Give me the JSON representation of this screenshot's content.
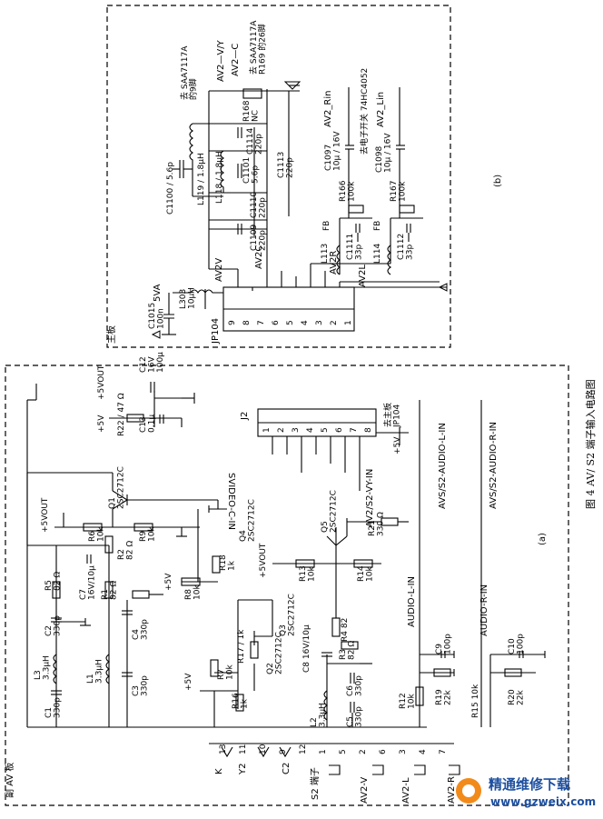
{
  "caption": "图 4  AV/ S2 端子输入电路图",
  "sub_a": "(a)",
  "sub_b": "(b)",
  "board_a": "副 AV 板",
  "board_b": "主板",
  "main_board_conn": "去主板\nJP104",
  "connectors": {
    "k": "K",
    "y2": "Y2",
    "c2": "C2",
    "s2": "S2 端子",
    "av2v": "AV2-V",
    "av2l": "AV2-L",
    "av2r": "AV2-R",
    "j2": "J2",
    "jp104": "JP104"
  },
  "pins_s2": [
    "13",
    "11",
    "10",
    "9",
    "12",
    "1",
    "5",
    "2",
    "6",
    "3",
    "4",
    "7"
  ],
  "pins_j2": [
    "1",
    "2",
    "3",
    "4",
    "5",
    "6",
    "7",
    "8"
  ],
  "pins_jp104": [
    "9",
    "8",
    "7",
    "6",
    "5",
    "4",
    "3",
    "2",
    "1"
  ],
  "nets": {
    "svideo_c": "SVIDEO-C-IN",
    "av_vy": "AV2/S2-VY-IN",
    "av_l": "AVS/S2-AUDIO-L-IN",
    "av_r": "AVS/S2-AUDIO-R-IN",
    "audio_l": "AUDIO-L-IN",
    "audio_r": "AUDIO-R-IN",
    "plus5v": "+5V",
    "plus5vout": "+5VOUT",
    "av2v": "AV2V",
    "av2c": "AV2C",
    "av2r": "AV2R",
    "av2l": "AV2L",
    "fiveva": "5VA",
    "av2_vy": "AV2—V/Y",
    "av2_c": "AV2—C",
    "av2_rin": "AV2_Rin",
    "av2_lin": "AV2_Lin",
    "to_saa_a": "去 SAA7117A\n的9脚",
    "to_saa_b": "去 SAA7117A\nR169 的26脚",
    "to_switch": "去电子开关 74HC4052",
    "nc": "NC"
  },
  "components_a": {
    "c1": "C1\n330p",
    "l3": "L3\n3.3μH",
    "c2": "C2\n330p",
    "r5": "R5\n82 Ω",
    "c7": "C7\n16V/10μ",
    "r2": "R2\n82 Ω",
    "r1": "R1\n82 Ω",
    "l1": "L1\n3.3μH",
    "c3": "C3\n330p",
    "c4": "C4\n330p",
    "r6": "R6\n10k",
    "r9": "R9\n10k",
    "q1": "Q1\n2SC2712C",
    "q4": "Q4\n2SC2712C",
    "r18": "R18\n1k",
    "r8": "R8\n10k",
    "r7": "R7\n10k",
    "r17": "R17 / 1k",
    "q2": "Q2\n2SC2712C",
    "q3": "Q3\n2SC2712C",
    "r16": "R16\n1k",
    "r13": "R13\n10k",
    "r14": "R14\n10k",
    "q5": "Q5\n2SC2712C",
    "r21": "R21\n330 Ω",
    "r4": "R4 82",
    "c8": "C8 16V/10μ",
    "r3": "R3\n82 Ω",
    "c6": "C6\n330p",
    "l2": "L2\n3.3μH",
    "c5": "C5\n330p",
    "r12": "R12\n10k",
    "r19": "R19\n22k",
    "c9": "C9\n100p",
    "r15": "R15 10k",
    "r20": "R20\n22k",
    "c10": "C10\n100p",
    "r22": "R22 / 47 Ω",
    "c13": "C13\n0.1μ",
    "c12": "C12\n16V\n100μ"
  },
  "components_b": {
    "c1015": "C1015\n100n",
    "l303": "L303\n10μH",
    "c1109": "C1109\n220p",
    "c1110": "C1110\n220p",
    "c1100": "C1100 / 5.6p",
    "l119": "L119 / 1.8μH",
    "l118": "L118 / 1.8μH",
    "c1101": "C1101\n5.6p",
    "c1114": "C1114\n220p",
    "c1113": "C1113\n220p",
    "r168": "R168\nNC",
    "l113": "L113",
    "fb1": "FB",
    "c1111": "C1111\n33p",
    "r166": "R166\n100k",
    "c1097": "C1097\n10μ / 16V",
    "l114": "L114",
    "fb2": "FB",
    "c1112": "C1112\n33p",
    "r167": "R167\n100k",
    "c1098": "C1098\n10μ / 16V"
  },
  "watermark": {
    "title": "精通维修下载",
    "url": "www.gzweix.com"
  }
}
